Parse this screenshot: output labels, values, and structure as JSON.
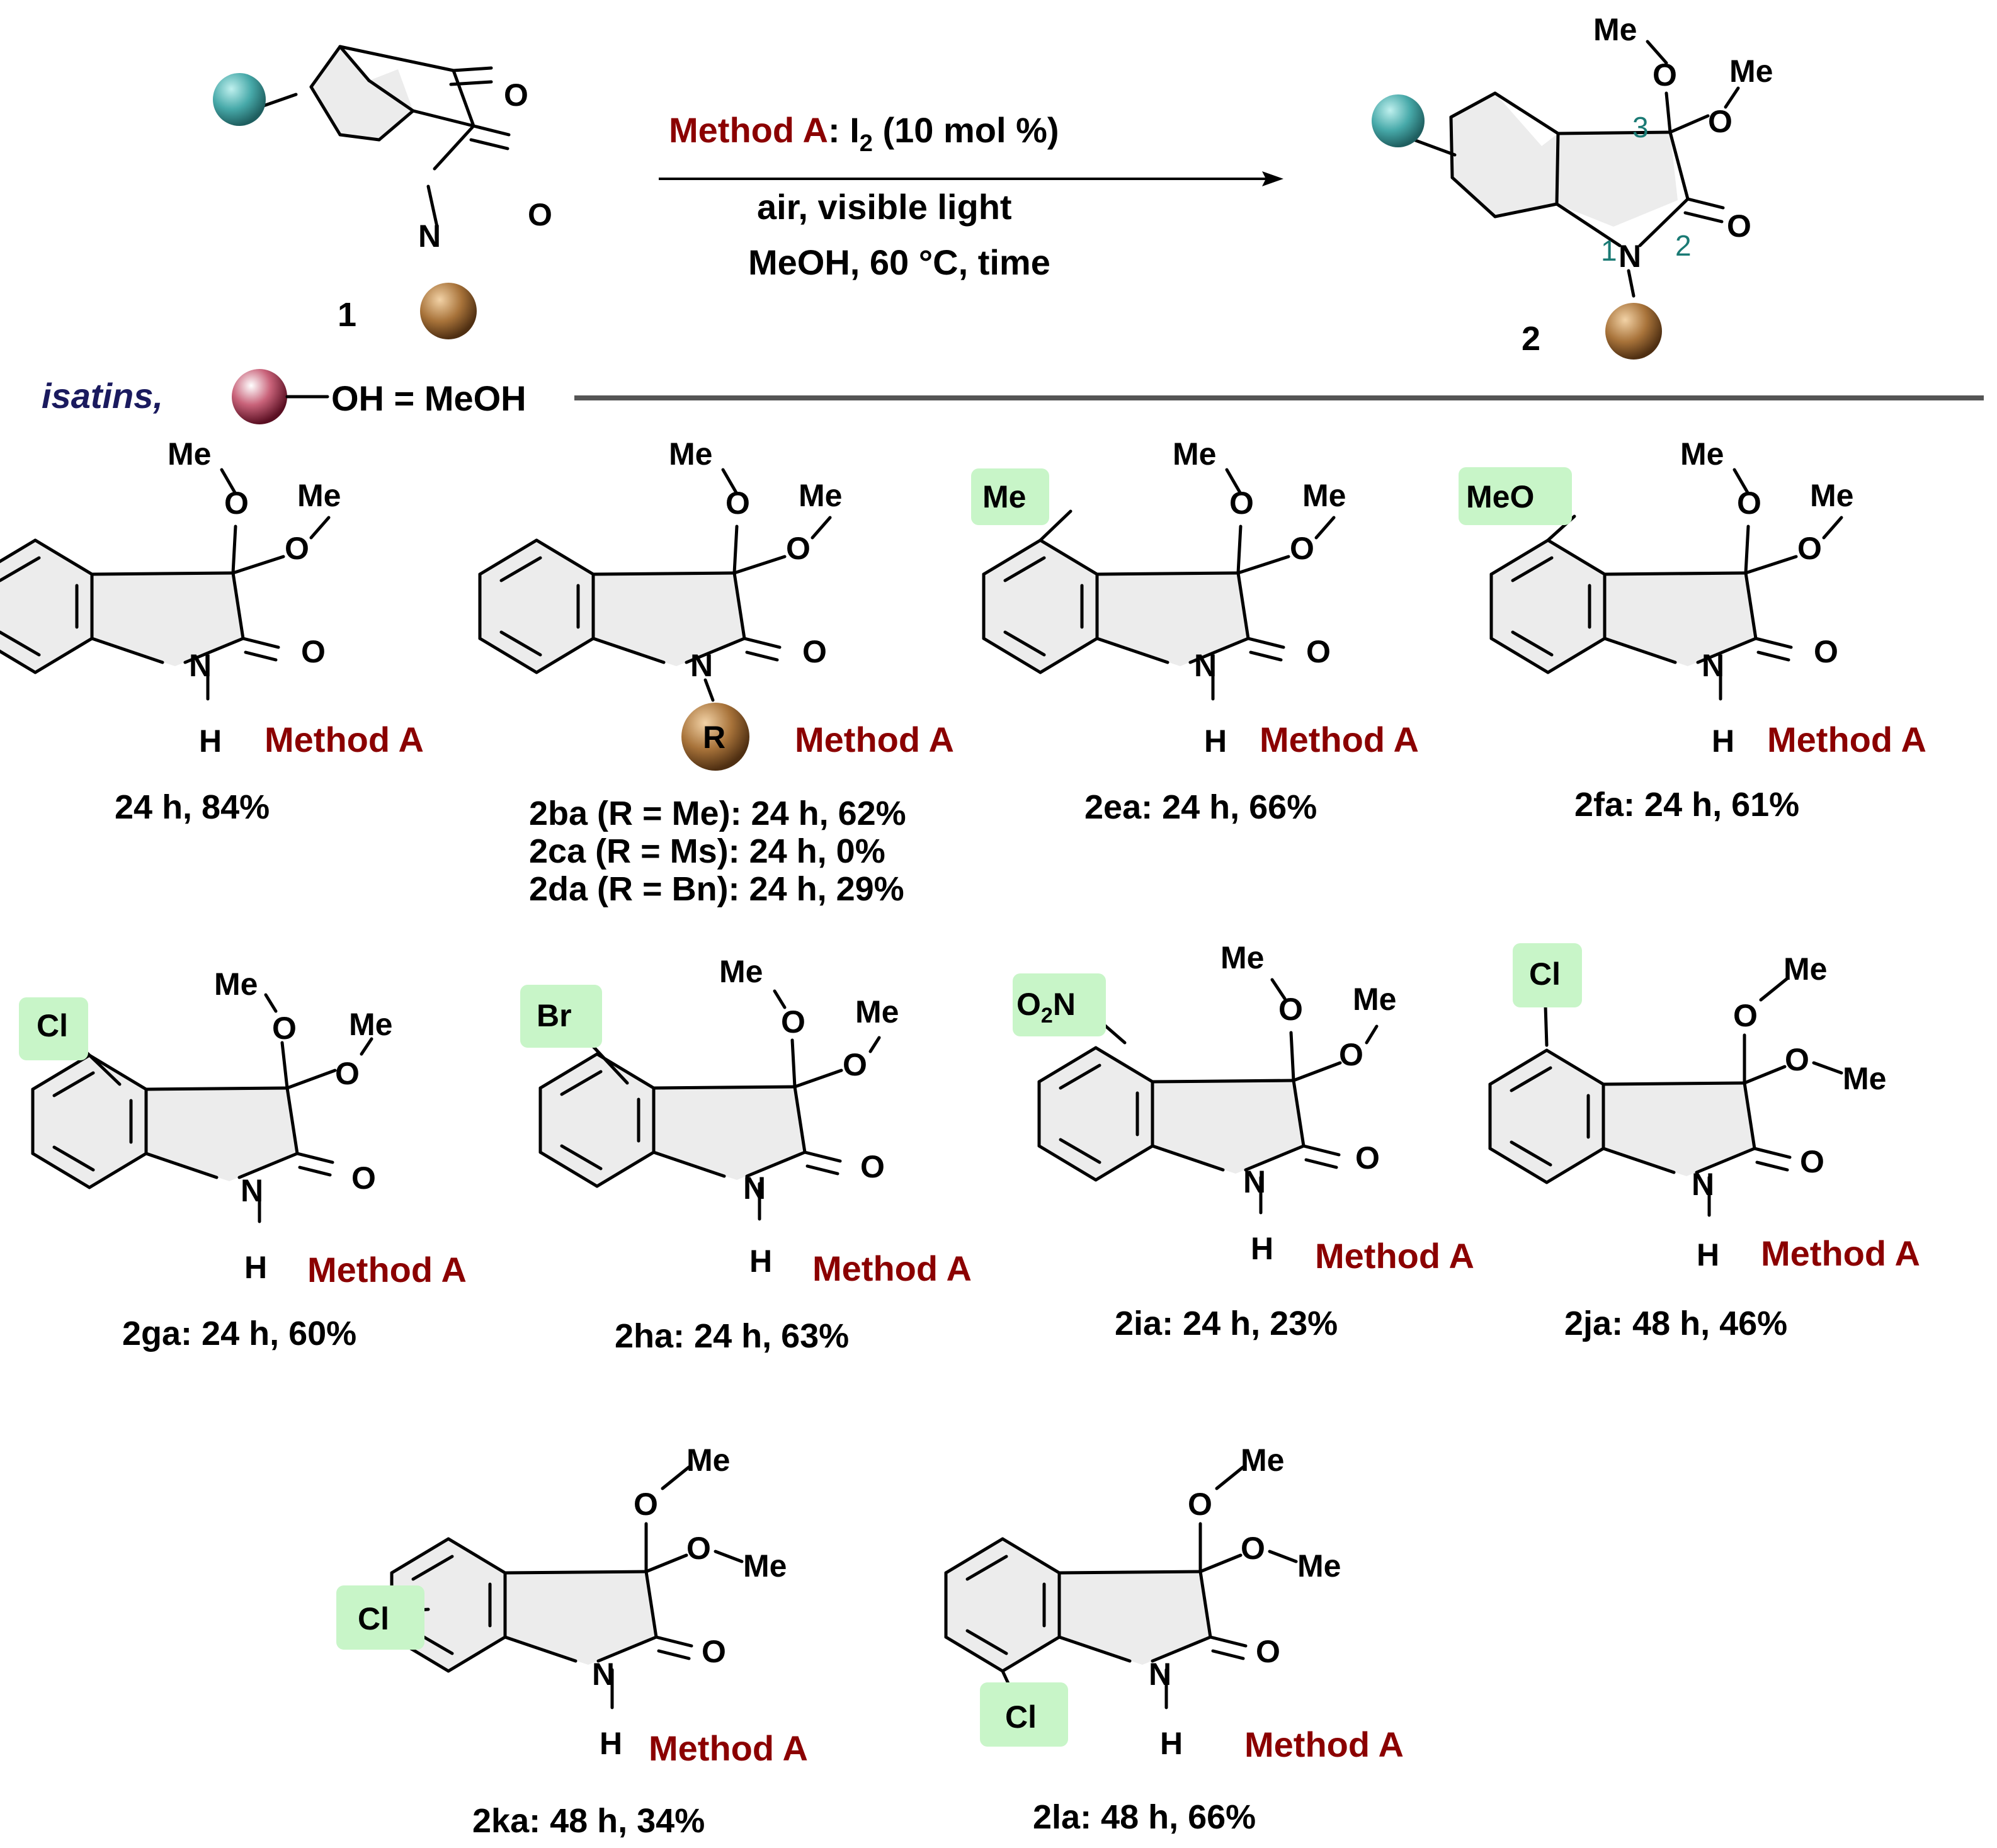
{
  "colors": {
    "method": "#8b0000",
    "highlight": "#c8f5c8",
    "position_numbers": "#1a7a74",
    "isatins_label": "#1a1a5e",
    "substituent_ball": "#47a9a9",
    "n_substituent_ball": "#8a5a2b",
    "alcohol_ball": "#9b2335"
  },
  "reaction": {
    "method_label": "Method A",
    "reagent": ": I",
    "reagent_subscript": "2",
    "reagent_rest": " (10 mol %)",
    "line2": "air, visible light",
    "line3": "MeOH, 60 °C, time",
    "substrate_label": "1",
    "product_label": "2",
    "product_positions": [
      "1",
      "2",
      "3"
    ]
  },
  "legend": {
    "isatins": "isatins,",
    "alcohol": "OH = MeOH"
  },
  "atoms": {
    "O": "O",
    "N": "N",
    "H": "H",
    "Me": "Me",
    "R": "R"
  },
  "substituents": {
    "Me": "Me",
    "MeO": "MeO",
    "Cl": "Cl",
    "Br": "Br",
    "O2N_main": "O",
    "O2N_sub": "2",
    "O2N_tail": "N"
  },
  "products": [
    {
      "caption": "24 h, 84%",
      "method": "Method A"
    },
    {
      "caption_lines": [
        "2ba (R = Me): 24 h, 62%",
        "2ca (R = Ms): 24 h, 0%",
        "2da (R = Bn): 24 h, 29%"
      ],
      "method": "Method A"
    },
    {
      "caption": "2ea: 24 h, 66%",
      "method": "Method A"
    },
    {
      "caption": "2fa: 24 h, 61%",
      "method": "Method A"
    },
    {
      "caption": "2ga: 24 h, 60%",
      "method": "Method A"
    },
    {
      "caption": "2ha: 24 h, 63%",
      "method": "Method A"
    },
    {
      "caption": "2ia: 24 h, 23%",
      "method": "Method A"
    },
    {
      "caption": "2ja: 48 h, 46%",
      "method": "Method A"
    },
    {
      "caption": "2ka: 48 h, 34%",
      "method": "Method A"
    },
    {
      "caption": "2la: 48 h, 66%",
      "method": "Method A"
    }
  ]
}
